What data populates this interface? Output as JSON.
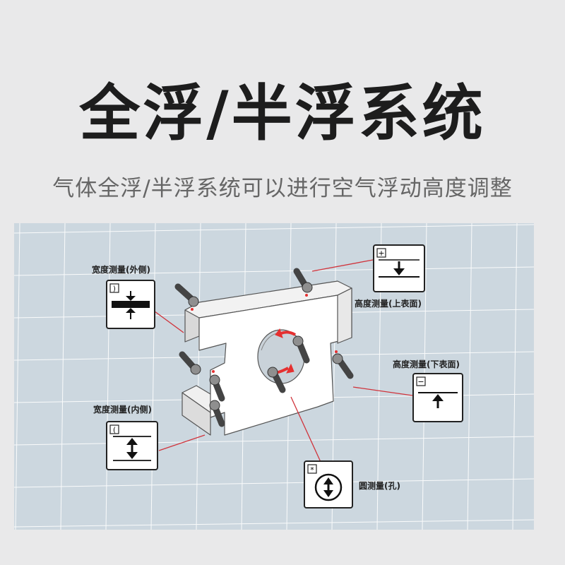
{
  "title": "全浮/半浮系统",
  "subtitle": "气体全浮/半浮系统可以进行空气浮动高度调整",
  "diagram": {
    "labels": {
      "width_outer": "宽度测量(外侧)",
      "width_inner": "宽度测量(内侧)",
      "height_upper": "高度测量(上表面)",
      "height_lower": "高度测量(下表面)",
      "circle": "圆测量(孔)"
    },
    "icon_marks": {
      "width_outer": ")",
      "width_inner": "(",
      "height_upper": "+",
      "height_lower": "−",
      "circle": "*"
    },
    "colors": {
      "panel_bg": "#ccd7df",
      "grid": "#ffffff",
      "leader": "#d0333b",
      "red_arrow": "#e53030"
    }
  }
}
